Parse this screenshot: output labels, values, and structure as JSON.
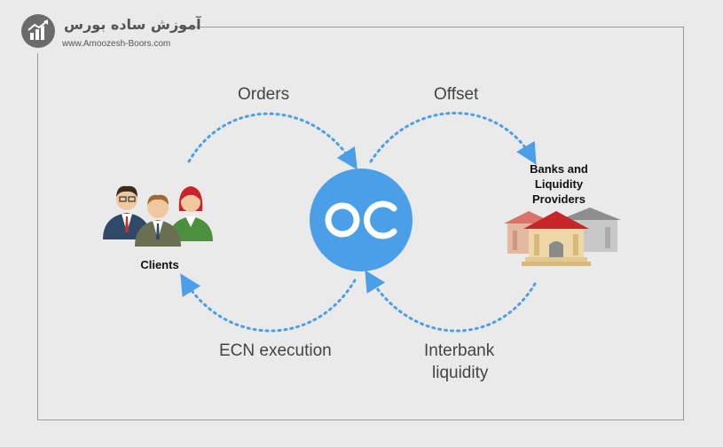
{
  "logo": {
    "title": "آموزش ساده بورس",
    "url": "www.Amoozesh-Boors.com",
    "icon": "bar-chart-arrow-icon"
  },
  "center": {
    "text": "OC",
    "color": "#4a9fe8"
  },
  "arrows": {
    "orders": "Orders",
    "offset": "Offset",
    "ecn": "ECN execution",
    "interbank_line1": "Interbank",
    "interbank_line2": "liquidity"
  },
  "nodes": {
    "clients": "Clients",
    "banks_line1": "Banks and",
    "banks_line2": "Liquidity",
    "banks_line3": "Providers"
  },
  "colors": {
    "arrow": "#4a9fe8",
    "frame": "#9a9a9a",
    "background": "#eaeaea"
  }
}
